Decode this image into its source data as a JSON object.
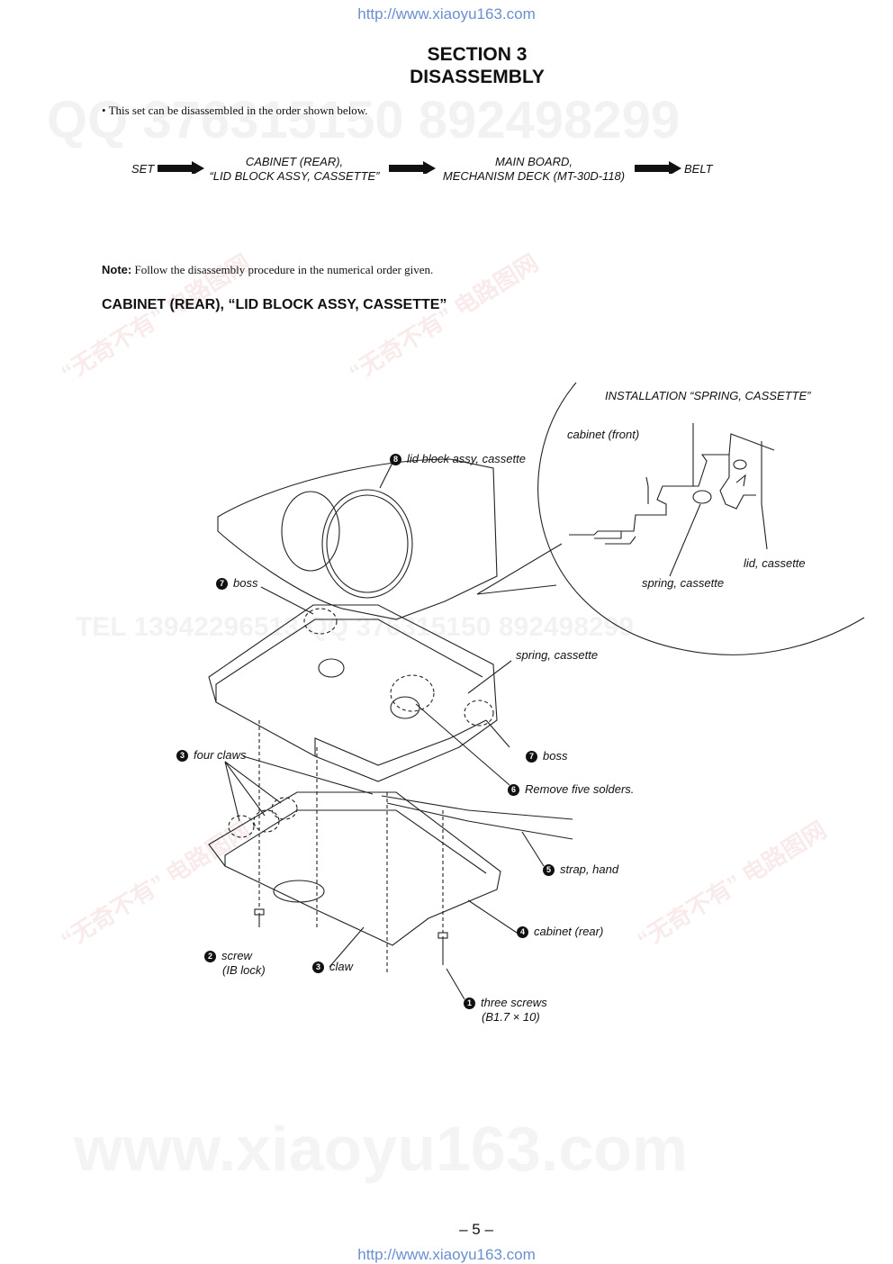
{
  "watermark": {
    "url": "http://www.xiaoyu163.com",
    "qq_line": "QQ 376315150    892498299",
    "tel_line": "TEL 13942296513 QQ 376315150 892498299",
    "site": "www.xiaoyu163.com",
    "cn_tag": "“无奇不有” 电路图网"
  },
  "header": {
    "section": "SECTION  3",
    "title": "DISASSEMBLY"
  },
  "intro": "• This set can be disassembled in the order shown below.",
  "flow": {
    "set": "SET",
    "step1_line1": "CABINET  (REAR),",
    "step1_line2": "“LID BLOCK ASSY, CASSETTE”",
    "step2_line1": "MAIN  BOARD,",
    "step2_line2": "MECHANISM  DECK (MT-30D-118)",
    "end": "BELT"
  },
  "note": {
    "label": "Note:",
    "text": " Follow the disassembly procedure in the numerical order given."
  },
  "subheading": "CABINET (REAR),  “LID  BLOCK  ASSY,  CASSETTE”",
  "inset": {
    "title": "INSTALLATION “SPRING, CASSETTE”",
    "cabinet_front": "cabinet (front)",
    "lid_cassette": "lid, cassette",
    "spring_cassette": "spring, cassette"
  },
  "callouts": {
    "c8": {
      "num": "8",
      "text": "lid block assy, cassette"
    },
    "c7a": {
      "num": "7",
      "text": "boss"
    },
    "spring": "spring, cassette",
    "c7b": {
      "num": "7",
      "text": "boss"
    },
    "c3a": {
      "num": "3",
      "text": "four claws"
    },
    "c6": {
      "num": "6",
      "text": "Remove five solders."
    },
    "c5": {
      "num": "5",
      "text": "strap, hand"
    },
    "c4": {
      "num": "4",
      "text": "cabinet (rear)"
    },
    "c2": {
      "num": "2",
      "text": "screw",
      "text2": "(IB lock)"
    },
    "c3b": {
      "num": "3",
      "text": "claw"
    },
    "c1": {
      "num": "1",
      "text": "three screws",
      "text2": "(B1.7 × 10)"
    }
  },
  "page_number": "– 5 –"
}
